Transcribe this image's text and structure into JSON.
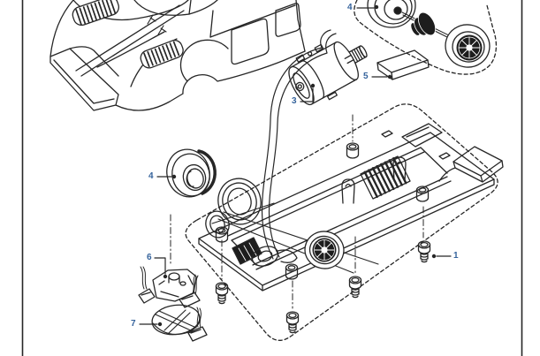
{
  "page": {
    "kind": "exploded-parts-diagram",
    "subject": "slot racing car assembly",
    "background_color": "#ffffff",
    "line_color": "#262626",
    "dark_fill_color": "#1d1d1d",
    "callout_color": "#35639c",
    "left_rule": "page-margin-rule",
    "right_rule": "page-margin-rule"
  },
  "callouts": [
    {
      "label": "4",
      "part": "rear-axle-wheel-assembly"
    },
    {
      "label": "3",
      "part": "motor-with-wires"
    },
    {
      "label": "5",
      "part": "rubber-block"
    },
    {
      "label": "4",
      "part": "front-tyre"
    },
    {
      "label": "1",
      "part": "chassis-assembly-with-screws"
    },
    {
      "label": "6",
      "part": "guide-holder-with-braids"
    },
    {
      "label": "7",
      "part": "guide-base-plate-with-braids"
    }
  ],
  "parts_in_view": [
    "body-shell",
    "rear-axle-wheel-assembly",
    "motor-with-wires",
    "rubber-block",
    "front-tyre",
    "chassis-assembly-with-screws",
    "guide-holder-with-braids",
    "guide-base-plate-with-braids"
  ]
}
